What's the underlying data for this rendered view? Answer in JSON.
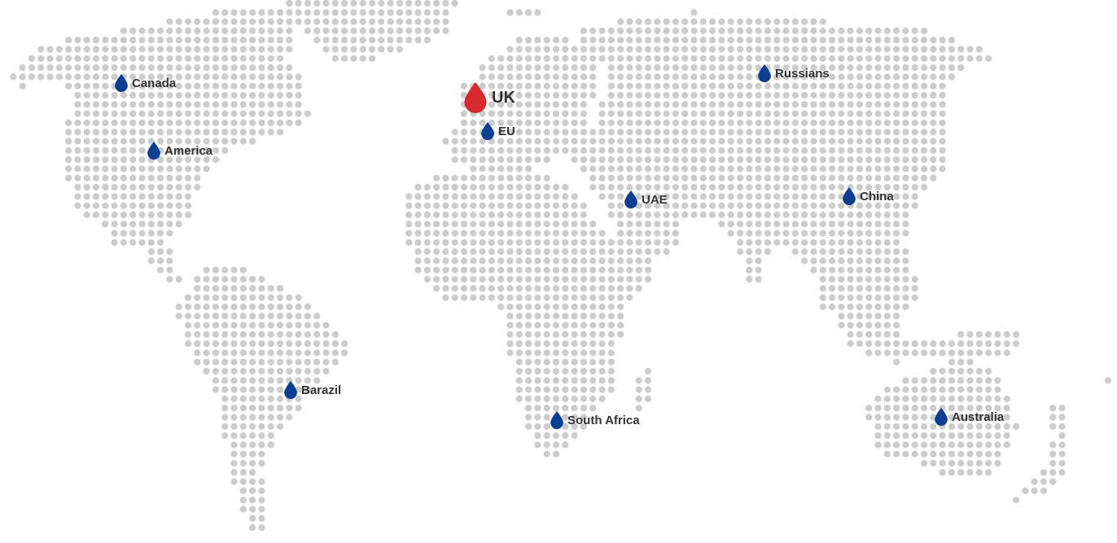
{
  "map": {
    "dot_color": "#cccccc",
    "locations": [
      {
        "id": "canada",
        "label": "Canada",
        "color": "#0a3f93"
      },
      {
        "id": "america",
        "label": "America",
        "color": "#0a3f93"
      },
      {
        "id": "uk",
        "label": "UK",
        "color": "#d72a2f",
        "primary": true
      },
      {
        "id": "eu",
        "label": "EU",
        "color": "#0a3f93"
      },
      {
        "id": "russians",
        "label": "Russians",
        "color": "#0a3f93"
      },
      {
        "id": "uae",
        "label": "UAE",
        "color": "#0a3f93"
      },
      {
        "id": "china",
        "label": "China",
        "color": "#0a3f93"
      },
      {
        "id": "barazil",
        "label": "Barazil",
        "color": "#0a3f93"
      },
      {
        "id": "south-africa",
        "label": "South Africa",
        "color": "#0a3f93"
      },
      {
        "id": "australia",
        "label": "Australia",
        "color": "#0a3f93"
      }
    ]
  }
}
